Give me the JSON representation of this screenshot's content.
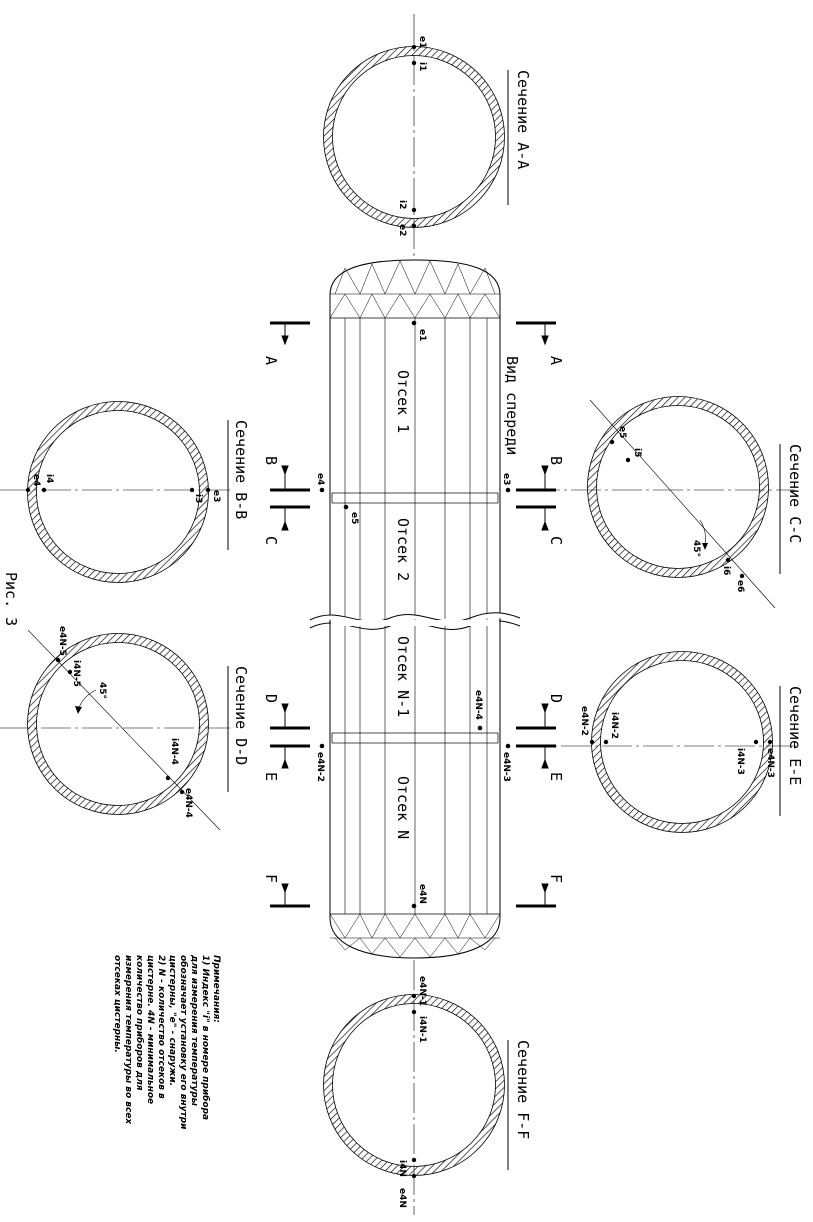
{
  "figure_label": "Рис. 3",
  "front_view_label": "Вид спереди",
  "compartments": [
    "Отсек 1",
    "Отсек 2",
    "Отсек N-1",
    "Отсек N"
  ],
  "cut_letters": {
    "A": "A",
    "B": "B",
    "C": "C",
    "D": "D",
    "E": "E",
    "F": "F"
  },
  "sections": {
    "aa": "Сечение A-A",
    "bb": "Сечение B-B",
    "cc": "Сечение C-C",
    "dd": "Сечение D-D",
    "ee": "Сечение E-E",
    "ff": "Сечение F-F"
  },
  "angle_label": "45°",
  "points": {
    "e1": "e1",
    "i1": "i1",
    "e2": "e2",
    "i2": "i2",
    "e3": "e3",
    "i3": "i3",
    "e4": "e4",
    "i4": "i4",
    "e5": "e5",
    "i5": "i5",
    "e6": "e6",
    "i6": "i6",
    "e4N_2": "e4N-2",
    "i4N_2": "i4N-2",
    "e4N_3": "e4N-3",
    "i4N_3": "i4N-3",
    "e4N_4": "e4N-4",
    "i4N_4": "i4N-4",
    "e4N_5": "e4N-5",
    "i4N_5": "i4N-5",
    "e4N_1": "e4N-1",
    "i4N_1": "i4N-1",
    "e4N": "e4N",
    "i4N": "i4N"
  },
  "notes": [
    "Примечания:",
    "1) Индекс \"i\" в номере прибора",
    "для измерения температуры",
    "обозначает установку его внутри",
    "цистерны, \"e\" - снаружи.",
    "2) N - количество отсеков в",
    "цистерне. 4N - минимальное",
    "количество приборов для",
    "измерения температуры во всех",
    "отсеках цистерны."
  ]
}
